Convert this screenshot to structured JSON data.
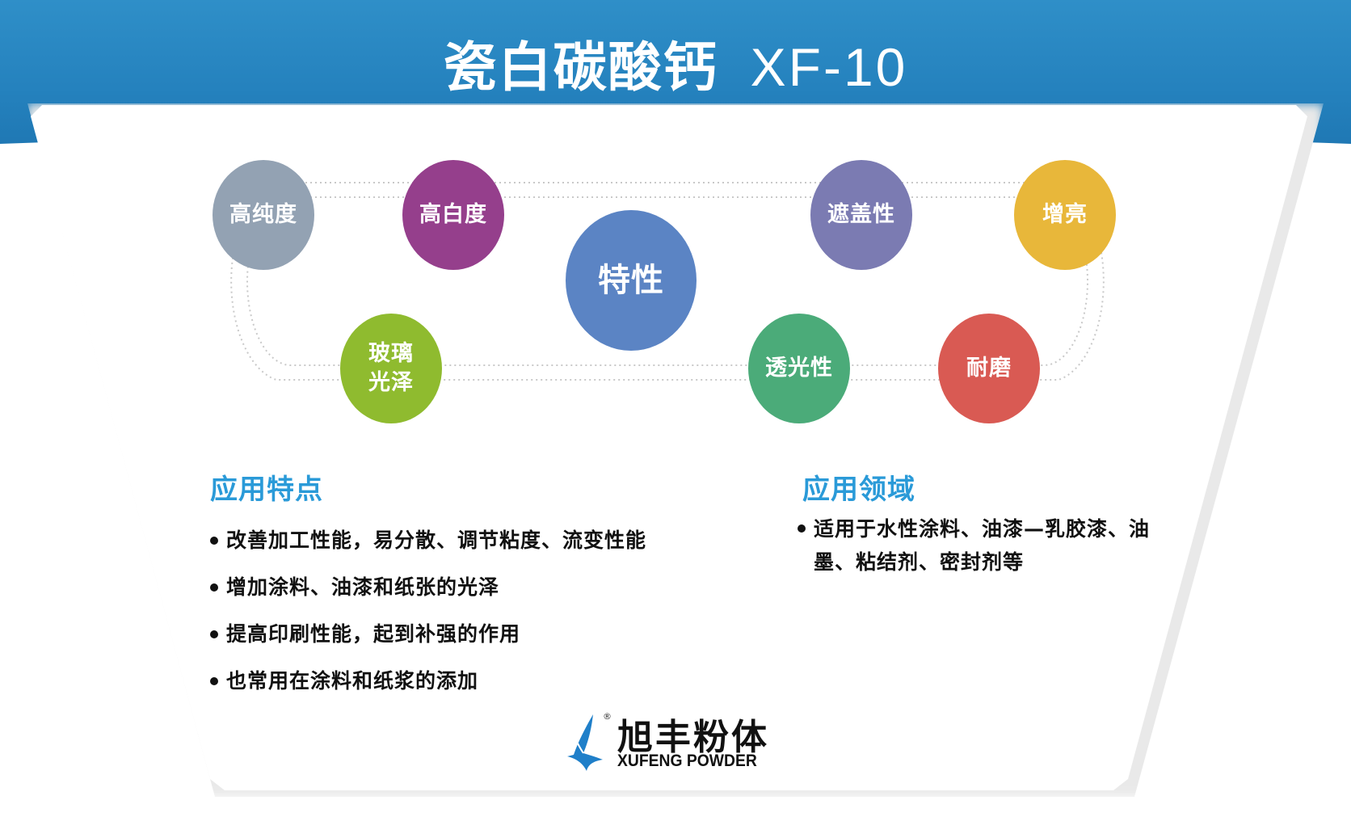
{
  "header": {
    "title": "瓷白碳酸钙",
    "model": "XF-10",
    "band_color": "#2582be"
  },
  "features": {
    "center": {
      "label": "特性",
      "color": "#5b84c4"
    },
    "items": [
      {
        "label": "高纯度",
        "color": "#93a2b3"
      },
      {
        "label": "高白度",
        "color": "#953f8c"
      },
      {
        "label": "遮盖性",
        "color": "#7b7bb2"
      },
      {
        "label": "增亮",
        "color": "#e8b73a"
      },
      {
        "label": "玻璃\n光泽",
        "color": "#8fbb2f"
      },
      {
        "label": "透光性",
        "color": "#4bab79"
      },
      {
        "label": "耐磨",
        "color": "#d95a53"
      }
    ]
  },
  "application_features": {
    "title": "应用特点",
    "title_color": "#2a9ad8",
    "items": [
      "改善加工性能，易分散、调节粘度、流变性能",
      "增加涂料、油漆和纸张的光泽",
      "提高印刷性能，起到补强的作用",
      "也常用在涂料和纸浆的添加"
    ]
  },
  "application_fields": {
    "title": "应用领域",
    "items": [
      "适用于水性涂料、油漆—乳胶漆、油墨、粘结剂、密封剂等"
    ]
  },
  "logo": {
    "cn": "旭丰粉体",
    "en": "XUFENG POWDER",
    "reg_mark": "®",
    "mark_color": "#1f7fc9"
  }
}
